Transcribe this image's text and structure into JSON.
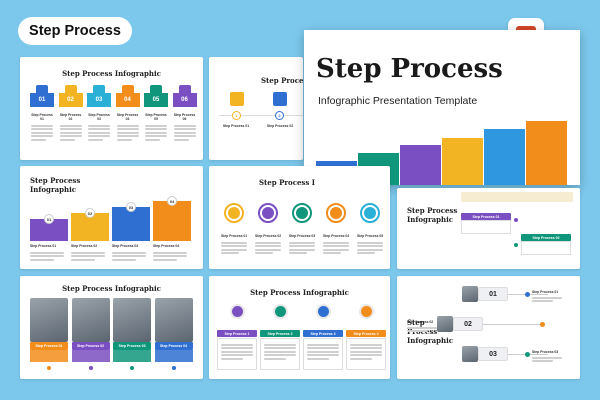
{
  "header": {
    "title": "Step Process"
  },
  "hero": {
    "title": "Step Process",
    "subtitle": "Infographic Presentation Template",
    "bar_colors": [
      "#2f6fd1",
      "#10967b",
      "#7a4fc1",
      "#f3b424",
      "#2e97e0",
      "#f28d1c"
    ],
    "bar_values": [
      0.38,
      0.5,
      0.62,
      0.74,
      0.88,
      1.0
    ]
  },
  "colors": {
    "blue": "#2f6fd1",
    "yellow": "#f3b424",
    "teal": "#10967b",
    "orange": "#f28d1c",
    "purple": "#7a4fc1",
    "cyan": "#2ab0d6"
  },
  "slide1": {
    "title": "Step Process Infographic",
    "steps": [
      {
        "num": "01",
        "label": "Step Process 01"
      },
      {
        "num": "02",
        "label": "Step Process 02"
      },
      {
        "num": "03",
        "label": "Step Process 03"
      },
      {
        "num": "04",
        "label": "Step Process 04"
      },
      {
        "num": "05",
        "label": "Step Process 05"
      },
      {
        "num": "06",
        "label": "Step Process 06"
      }
    ]
  },
  "slide2": {
    "title": "Step Process",
    "steps": [
      "Step Process 01",
      "Step Process 02"
    ]
  },
  "slide3": {
    "title": "Step Process Infographic",
    "steps": [
      {
        "num": "01",
        "label": "Step Process 01"
      },
      {
        "num": "02",
        "label": "Step Process 02"
      },
      {
        "num": "03",
        "label": "Step Process 03"
      },
      {
        "num": "04",
        "label": "Step Process 04"
      }
    ]
  },
  "slide4": {
    "title": "Step Process I",
    "steps": [
      "Step Process 01",
      "Step Process 02",
      "Step Process 03",
      "Step Process 04",
      "Step Process 05"
    ]
  },
  "slide5": {
    "title": "Step Process Infographic",
    "steps": [
      "Step Process 01",
      "Step Process 02"
    ]
  },
  "slide6": {
    "title": "Step Process Infographic",
    "steps": [
      "Step Process 01",
      "Step Process 02",
      "Step Process 03",
      "Step Process 04"
    ]
  },
  "slide7": {
    "title": "Step Process Infographic",
    "steps": [
      "Step Process 1",
      "Step Process 2",
      "Step Process 3",
      "Step Process 4"
    ]
  },
  "slide8": {
    "title": "Step Process Infographic",
    "steps": [
      {
        "num": "01",
        "label": "Step Process 01"
      },
      {
        "num": "02",
        "label": "Step Process 02"
      },
      {
        "num": "03",
        "label": "Step Process 03"
      }
    ]
  }
}
